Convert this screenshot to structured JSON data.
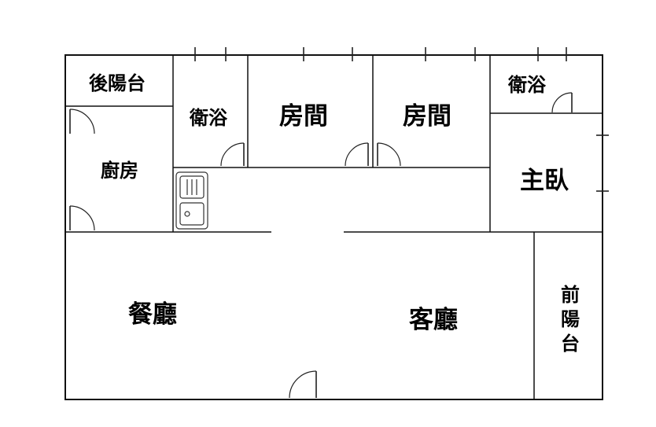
{
  "floor_plan": {
    "rooms": {
      "back_balcony": "後陽台",
      "bath_left": "衛浴",
      "bedroom_1": "房間",
      "bedroom_2": "房間",
      "bath_right": "衛浴",
      "kitchen": "廚房",
      "master_bedroom": "主臥",
      "dining_room": "餐廳",
      "living_room": "客廳",
      "front_balcony": [
        "前",
        "陽",
        "台"
      ]
    }
  }
}
